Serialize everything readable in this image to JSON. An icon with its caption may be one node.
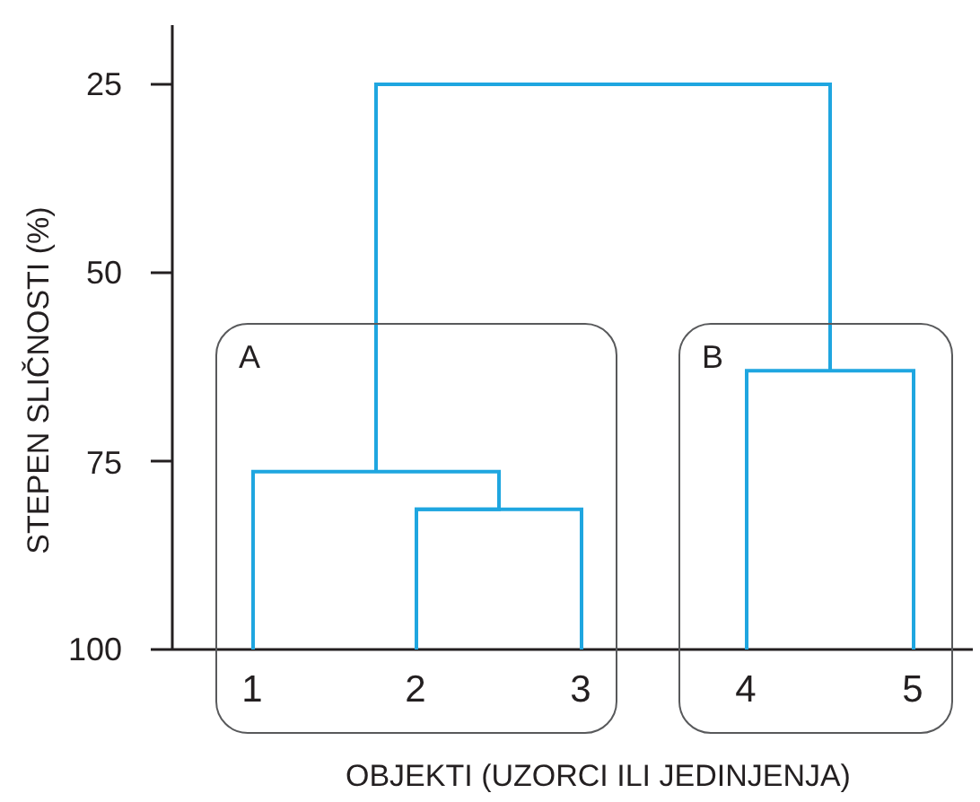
{
  "diagram": {
    "nodes": [
      {
        "text": [
          "A"
        ]
      },
      {
        "text": [
          "1"
        ],
        "in": 0
      },
      {
        "text": [
          "2"
        ],
        "in": 0
      },
      {
        "text": [
          "3"
        ],
        "in": 0
      },
      {
        "text": [
          "B"
        ]
      },
      {
        "text": [
          "4"
        ],
        "in": 4
      },
      {
        "text": [
          "5"
        ],
        "in": 4
      }
    ],
    "edges": [
      {
        "from": 2,
        "to": 3,
        "arrow": "none"
      },
      {
        "from": 1,
        "to": 2,
        "arrow": "none"
      },
      {
        "from": 5,
        "to": 6,
        "arrow": "none"
      },
      {
        "from": 0,
        "to": 4,
        "arrow": "none"
      }
    ],
    "labels": [
      "STEPEN SLIČNOSTI (%)",
      "25",
      "50",
      "75",
      "100",
      "OBJEKTI (UZORCI ILI JEDINJENJA)"
    ]
  }
}
